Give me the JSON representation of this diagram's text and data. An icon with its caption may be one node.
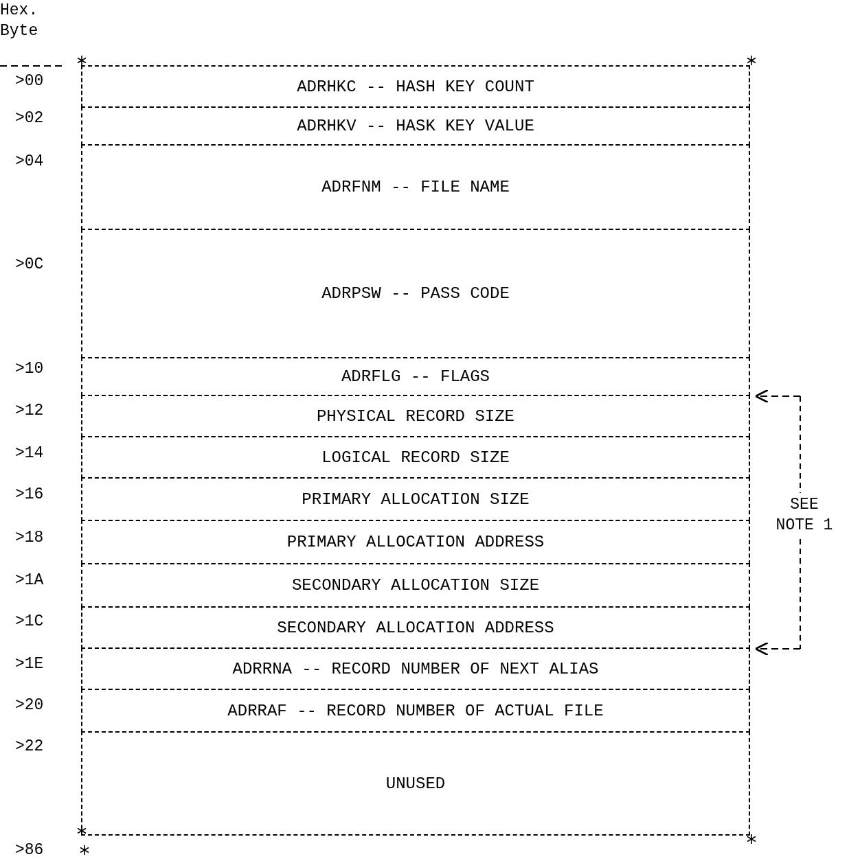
{
  "diagram": {
    "nodes": [
      {
        "text": [
          "ADRHKC -- HASH KEY COUNT"
        ]
      },
      {
        "text": [
          "ADRHKV -- HASK KEY VALUE"
        ]
      },
      {
        "text": [
          "ADRFNM -- FILE NAME"
        ]
      },
      {
        "text": [
          "ADRPSW -- PASS CODE"
        ]
      },
      {
        "text": [
          "ADRFLG -- FLAGS"
        ]
      },
      {
        "text": [
          "PHYSICAL RECORD SIZE"
        ]
      },
      {
        "text": [
          "LOGICAL RECORD SIZE"
        ]
      },
      {
        "text": [
          "PRIMARY ALLOCATION SIZE"
        ]
      },
      {
        "text": [
          "PRIMARY ALLOCATION ADDRESS"
        ]
      },
      {
        "text": [
          "SECONDARY ALLOCATION SIZE"
        ]
      },
      {
        "text": [
          "SECONDARY ALLOCATION ADDRESS"
        ]
      },
      {
        "text": [
          "ADRRNA -- RECORD NUMBER OF NEXT ALIAS"
        ]
      },
      {
        "text": [
          "ADRRAF -- RECORD NUMBER OF ACTUAL FILE"
        ]
      },
      {
        "text": [
          "UNUSED"
        ]
      }
    ],
    "labels": [
      "Hex. Byte",
      ">00",
      ">02",
      ">04",
      ">0C",
      ">10",
      ">12",
      ">14",
      ">16",
      "SEE NOTE 1",
      ">18",
      ">1A",
      ">1C",
      ">1E",
      ">20",
      ">22",
      ">86"
    ]
  }
}
